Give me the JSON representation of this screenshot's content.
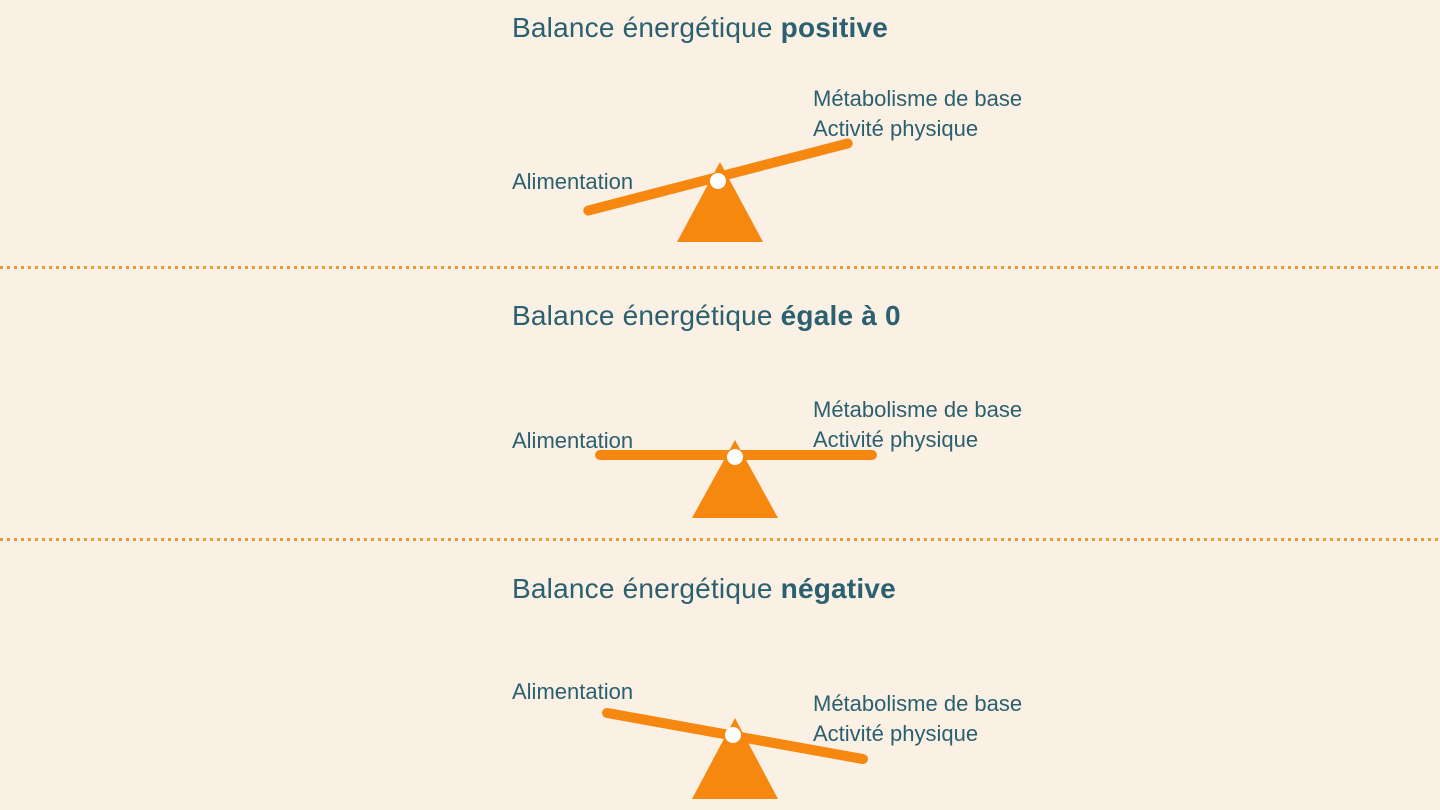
{
  "colors": {
    "bg": "#FAF0E4",
    "orange": "#F6870F",
    "teal": "#2A606F",
    "divider": "#E79C38",
    "pivot": "#FFFFFF"
  },
  "sections": [
    {
      "id": "positive",
      "title_prefix": "Balance énergétique ",
      "title_emphasis": "positive",
      "left_label": "Alimentation",
      "right_label_line1": "Métabolisme de base",
      "right_label_line2": "Activité physique",
      "tilt": "left-down"
    },
    {
      "id": "equal-zero",
      "title_prefix": "Balance énergétique ",
      "title_emphasis": "égale à 0",
      "left_label": "Alimentation",
      "right_label_line1": "Métabolisme de base",
      "right_label_line2": "Activité physique",
      "tilt": "balanced"
    },
    {
      "id": "negative",
      "title_prefix": "Balance énergétique ",
      "title_emphasis": "négative",
      "left_label": "Alimentation",
      "right_label_line1": "Métabolisme de base",
      "right_label_line2": "Activité physique",
      "tilt": "right-down"
    }
  ]
}
